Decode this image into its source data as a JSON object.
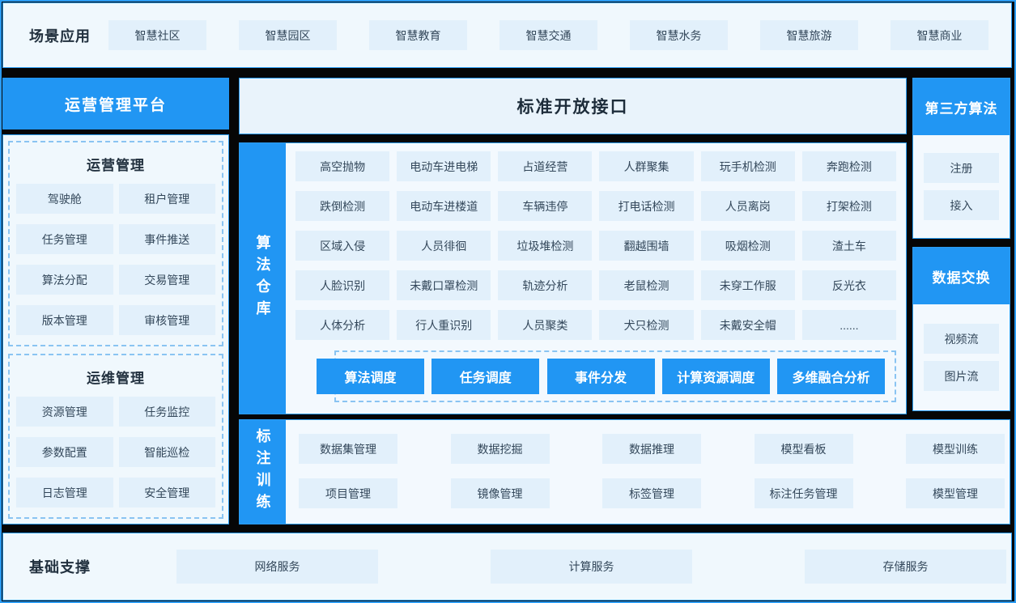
{
  "scene_apps": {
    "label": "场景应用",
    "items": [
      "智慧社区",
      "智慧园区",
      "智慧教育",
      "智慧交通",
      "智慧水务",
      "智慧旅游",
      "智慧商业"
    ]
  },
  "ops_platform": {
    "title": "运营管理平台",
    "groups": [
      {
        "title": "运营管理",
        "items": [
          "驾驶舱",
          "租户管理",
          "任务管理",
          "事件推送",
          "算法分配",
          "交易管理",
          "版本管理",
          "审核管理"
        ]
      },
      {
        "title": "运维管理",
        "items": [
          "资源管理",
          "任务监控",
          "参数配置",
          "智能巡检",
          "日志管理",
          "安全管理"
        ]
      }
    ]
  },
  "open_api": {
    "title": "标准开放接口"
  },
  "algo_repo": {
    "title": "算法仓库",
    "items": [
      "高空抛物",
      "电动车进电梯",
      "占道经营",
      "人群聚集",
      "玩手机检测",
      "奔跑检测",
      "跌倒检测",
      "电动车进楼道",
      "车辆违停",
      "打电话检测",
      "人员离岗",
      "打架检测",
      "区域入侵",
      "人员徘徊",
      "垃圾堆检测",
      "翻越围墙",
      "吸烟检测",
      "渣土车",
      "人脸识别",
      "未戴口罩检测",
      "轨迹分析",
      "老鼠检测",
      "未穿工作服",
      "反光衣",
      "人体分析",
      "行人重识别",
      "人员聚类",
      "犬只检测",
      "未戴安全帽",
      "......"
    ],
    "schedulers": [
      "算法调度",
      "任务调度",
      "事件分发",
      "计算资源调度",
      "多维融合分析"
    ]
  },
  "annotation_training": {
    "title": "标注训练",
    "items": [
      "数据集管理",
      "数据挖掘",
      "数据推理",
      "模型看板",
      "模型训练",
      "项目管理",
      "镜像管理",
      "标签管理",
      "标注任务管理",
      "模型管理"
    ]
  },
  "third_party": {
    "title": "第三方算法",
    "items": [
      "注册",
      "接入"
    ]
  },
  "data_exchange": {
    "title": "数据交换",
    "items": [
      "视频流",
      "图片流"
    ]
  },
  "foundation": {
    "label": "基础支撑",
    "items": [
      "网络服务",
      "计算服务",
      "存储服务"
    ]
  },
  "colors": {
    "accent": "#2196f3",
    "panel_bg": "#f3f9fe",
    "box_bg": "#e2f0fb",
    "page_bg": "#060606",
    "dashed_border": "#8ac4f2",
    "text_dark": "#22313f"
  }
}
